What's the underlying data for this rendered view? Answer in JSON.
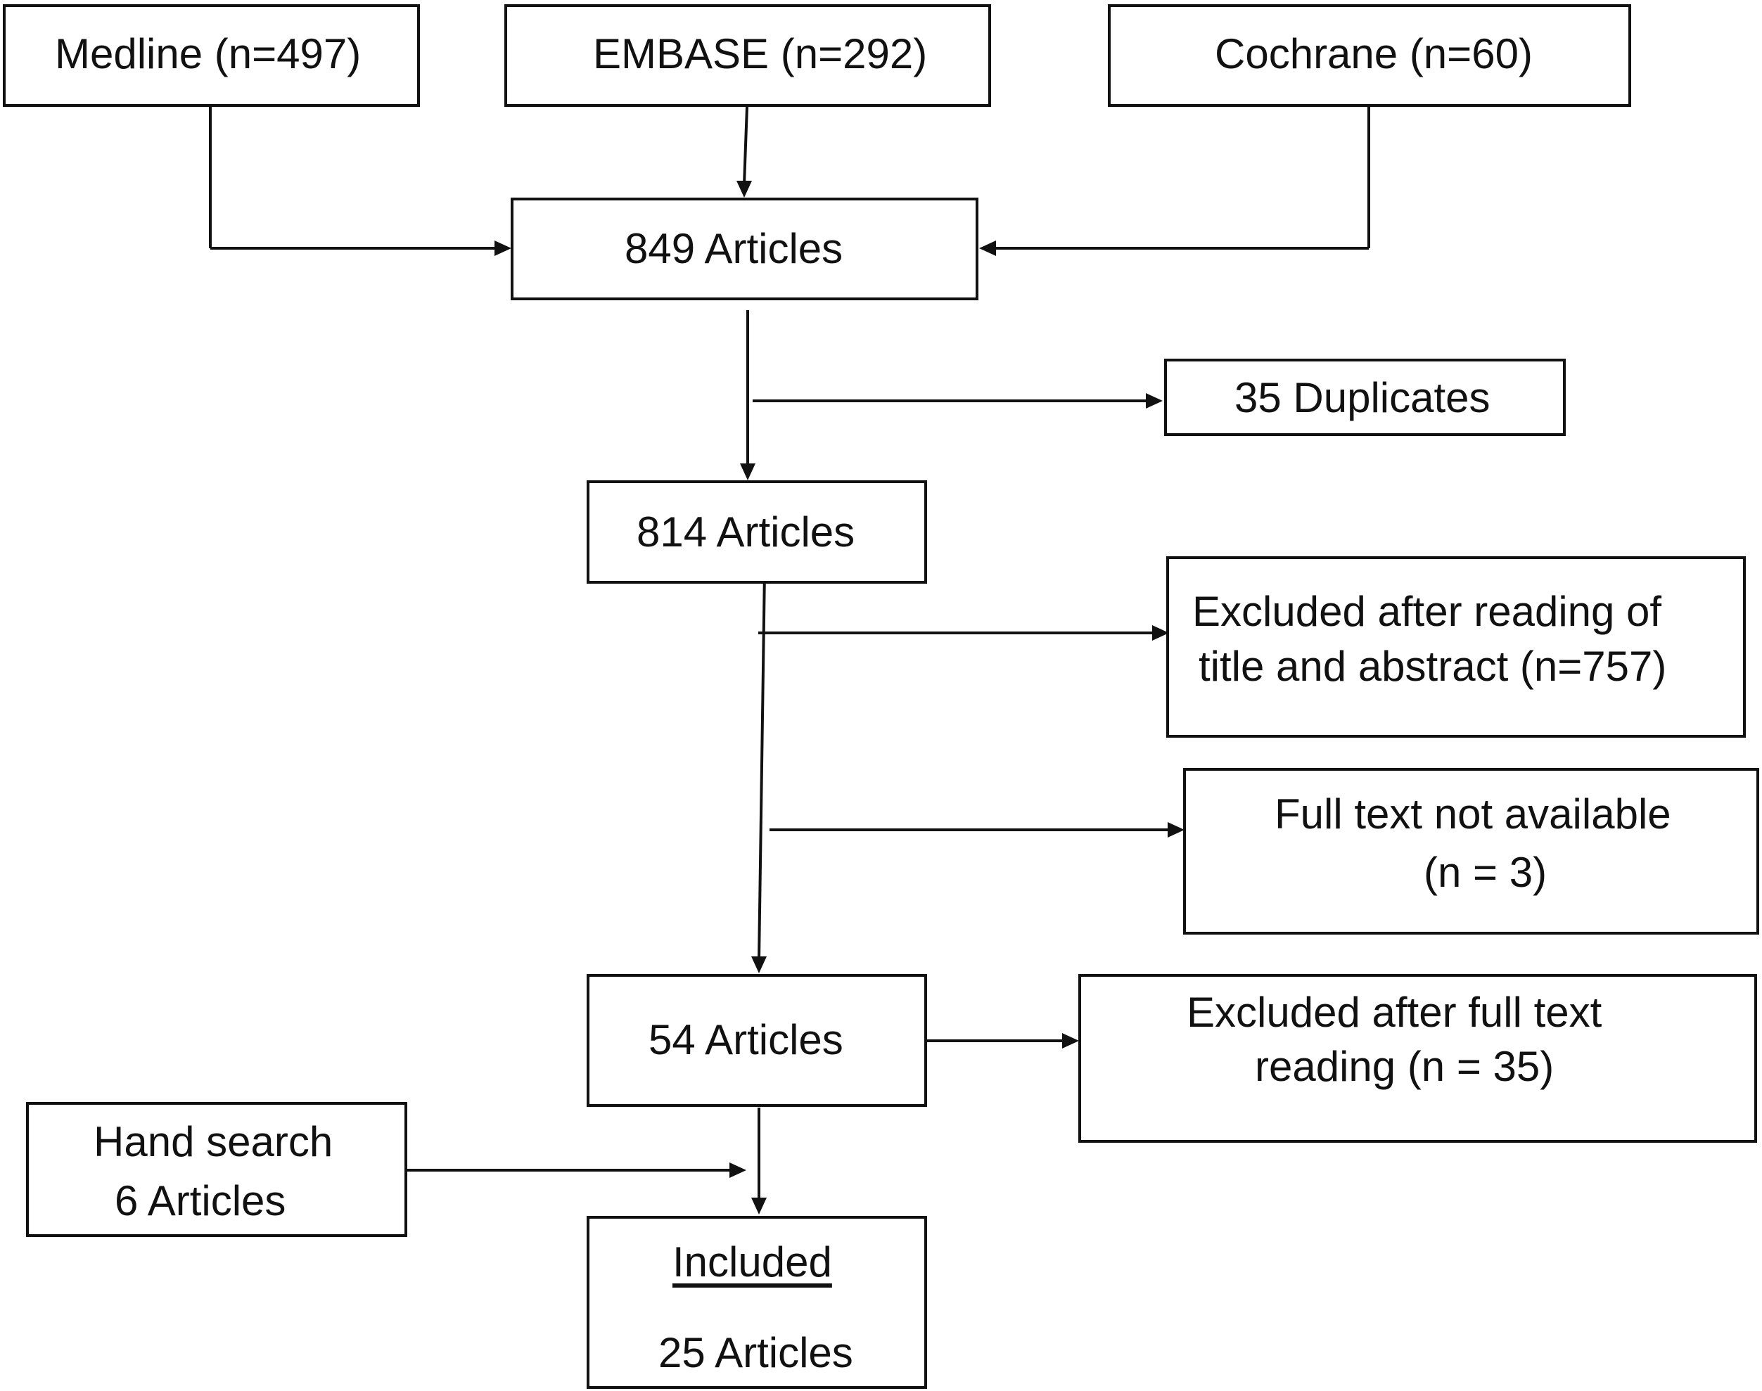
{
  "sources": {
    "medline": "Medline (n=497)",
    "embase": "EMBASE (n=292)",
    "cochrane": "Cochrane (n=60)"
  },
  "flow": {
    "identified": "849 Articles",
    "duplicates": "35 Duplicates",
    "after_duplicates": "814 Articles",
    "excluded_title_abstract_line1": "Excluded after reading of",
    "excluded_title_abstract_line2": "title and abstract (n=757)",
    "full_text_na_line1": "Full text not available",
    "full_text_na_line2": "(n = 3)",
    "full_text_reviewed": "54 Articles",
    "excluded_full_text_line1": "Excluded after full text",
    "excluded_full_text_line2": "reading (n = 35)",
    "hand_search_line1": "Hand search",
    "hand_search_line2": "6 Articles",
    "included_label": "Included",
    "included_count": "25 Articles"
  }
}
